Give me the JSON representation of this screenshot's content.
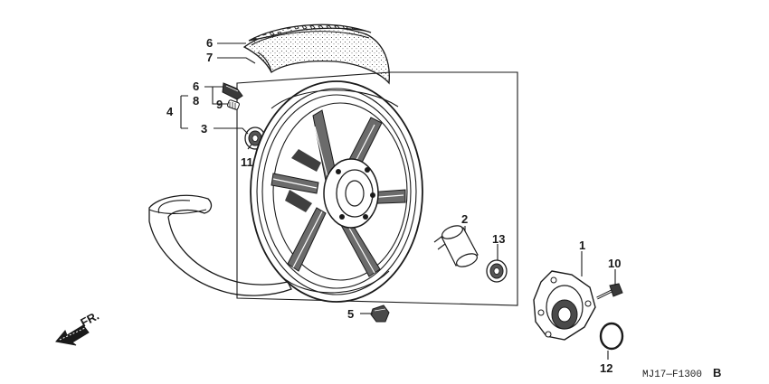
{
  "callouts": {
    "c1": "1",
    "c2": "2",
    "c3": "3",
    "c4": "4",
    "c5": "5",
    "c6a": "6",
    "c6b": "6",
    "c7": "7",
    "c8": "8",
    "c9": "9",
    "c10": "10",
    "c11": "11",
    "c12": "12",
    "c13": "13"
  },
  "direction_label": "FR.",
  "diagram_code": "MJ17—F1300",
  "diagram_suffix": "B",
  "colors": {
    "ink": "#1a1a1a",
    "paper": "#ffffff"
  },
  "icons": [
    "front-arrow-icon"
  ]
}
